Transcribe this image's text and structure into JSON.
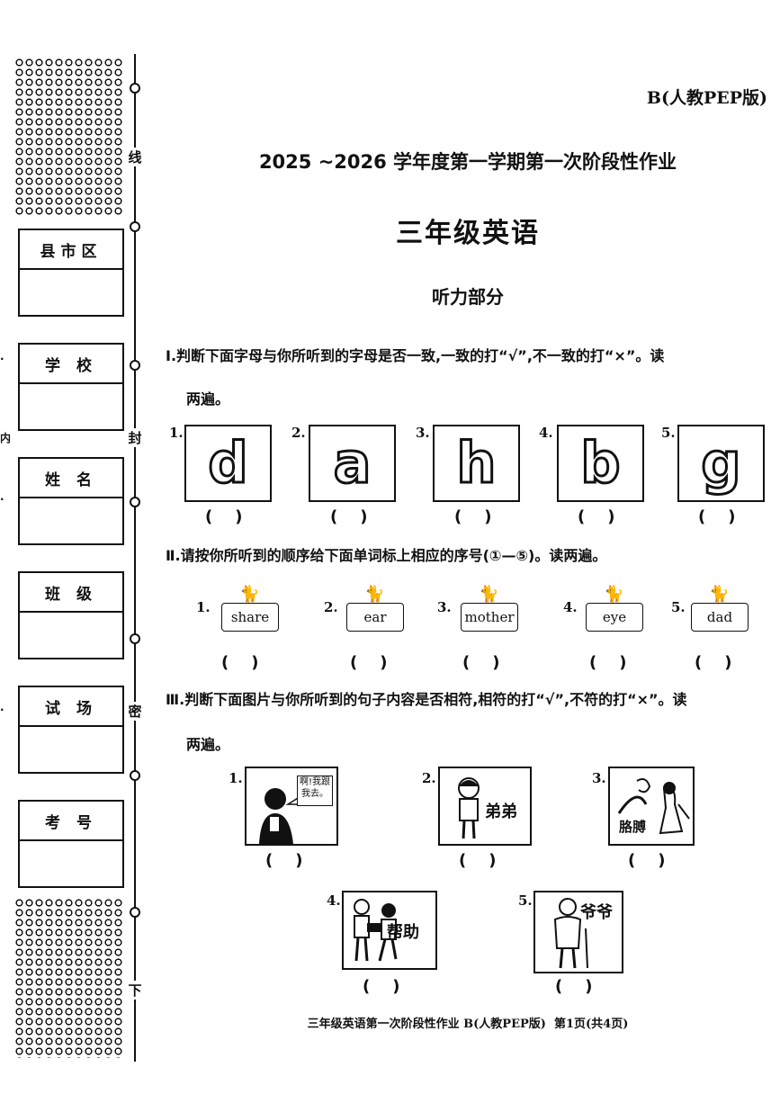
{
  "side": {
    "seal_chars": [
      "线",
      "封",
      "密",
      "下"
    ],
    "edge_marks": [
      "·",
      "内",
      "·",
      "·"
    ],
    "fields": [
      "县市区",
      "学 校",
      "姓 名",
      "班 级",
      "试 场",
      "考 号"
    ]
  },
  "header": {
    "edition": "B(人教PEP版)",
    "title": "2025 ~2026 学年度第一学期第一次阶段性作业",
    "subject": "三年级英语",
    "part": "听力部分"
  },
  "section1": {
    "instruction": "Ⅰ.判断下面字母与你所听到的字母是否一致,一致的打“√”,不一致的打“×”。读",
    "instruction_cont": "两遍。",
    "items": [
      {
        "num": "1.",
        "letter": "d",
        "answer": "(    )"
      },
      {
        "num": "2.",
        "letter": "a",
        "answer": "(    )"
      },
      {
        "num": "3.",
        "letter": "h",
        "answer": "(    )"
      },
      {
        "num": "4.",
        "letter": "b",
        "answer": "(    )"
      },
      {
        "num": "5.",
        "letter": "g",
        "answer": "(    )"
      }
    ]
  },
  "section2": {
    "instruction": "Ⅱ.请按你所听到的顺序给下面单词标上相应的序号(①—⑤)。读两遍。",
    "items": [
      {
        "num": "1.",
        "word": "share",
        "answer": "(    )"
      },
      {
        "num": "2.",
        "word": "ear",
        "answer": "(    )"
      },
      {
        "num": "3.",
        "word": "mother",
        "answer": "(    )"
      },
      {
        "num": "4.",
        "word": "eye",
        "answer": "(    )"
      },
      {
        "num": "5.",
        "word": "dad",
        "answer": "(    )"
      }
    ]
  },
  "section3": {
    "instruction": "Ⅲ.判断下面图片与你所听到的句子内容是否相符,相符的打“√”,不符的打“×”。读",
    "instruction_cont": "两遍。",
    "items": [
      {
        "num": "1.",
        "caption": "啊!我跟我去。",
        "answer": "(    )"
      },
      {
        "num": "2.",
        "caption": "弟弟",
        "answer": "(    )"
      },
      {
        "num": "3.",
        "caption": "胳膊",
        "answer": "(    )"
      },
      {
        "num": "4.",
        "caption": "帮助",
        "answer": "(    )"
      },
      {
        "num": "5.",
        "caption": "爷爷",
        "answer": "(    )"
      }
    ]
  },
  "footer": "三年级英语第一次阶段性作业 B(人教PEP版)  第1页(共4页)"
}
